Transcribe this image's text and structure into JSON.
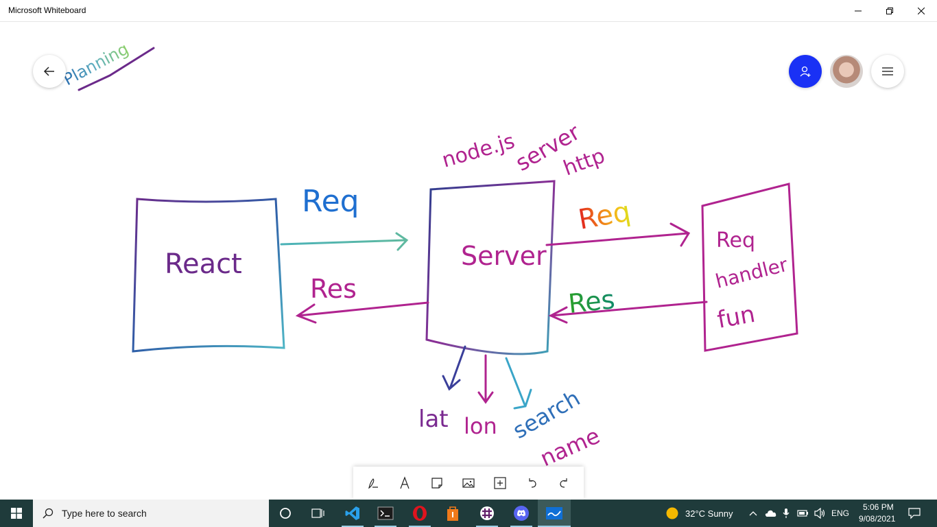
{
  "window": {
    "title": "Microsoft Whiteboard"
  },
  "board": {
    "title_ink": "Planning",
    "nodes": {
      "react": "React",
      "server": "Server",
      "handler_line1": "Req",
      "handler_line2": "handler",
      "handler_line3": "fun"
    },
    "labels": {
      "req_top": "Req",
      "res_left": "Res",
      "req_right": "Req",
      "res_right": "Res",
      "nodejs": "node.js",
      "server_word": "server",
      "http": "http",
      "lat": "lat",
      "lon": "lon",
      "search": "search",
      "name": "name"
    }
  },
  "taskbar": {
    "search_placeholder": "Type here to search",
    "weather": "32°C  Sunny",
    "language": "ENG",
    "time": "5:06 PM",
    "date": "9/08/2021"
  },
  "toolbar": {
    "tools": [
      "pen-icon",
      "text-icon",
      "note-icon",
      "image-icon",
      "add-icon",
      "undo-icon",
      "redo-icon"
    ]
  },
  "colors": {
    "accent": "#1a31f5",
    "magenta_ink": "#b0238f",
    "taskbar": "#1f3b3b"
  }
}
